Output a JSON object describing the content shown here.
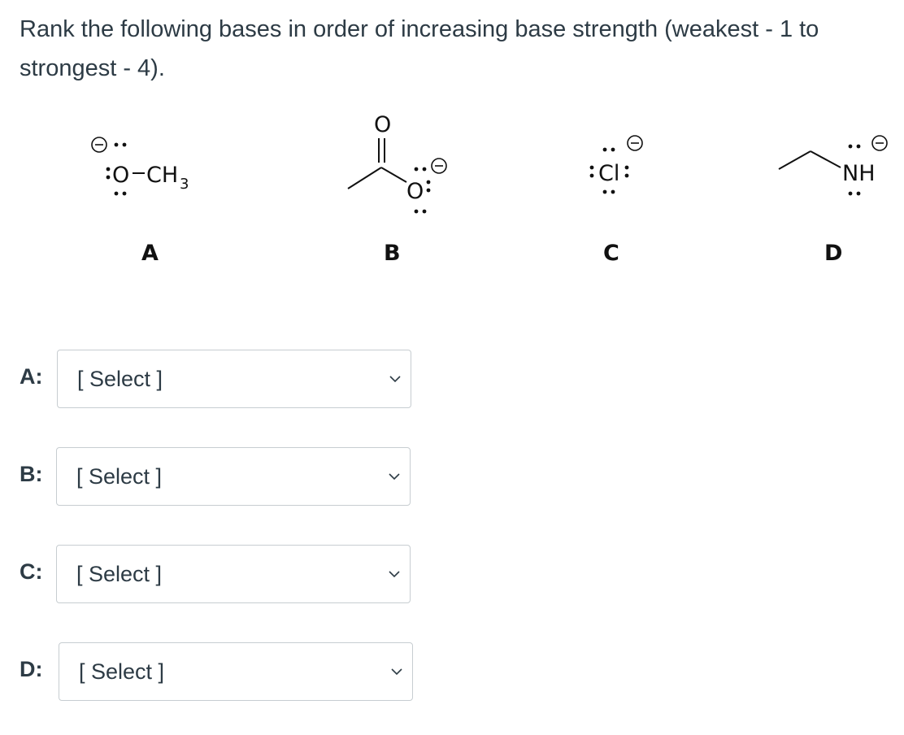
{
  "question": {
    "text": "Rank the following bases in order of increasing base strength (weakest - 1 to strongest - 4)."
  },
  "structures": [
    {
      "letter": "A"
    },
    {
      "letter": "B"
    },
    {
      "letter": "C"
    },
    {
      "letter": "D"
    }
  ],
  "rows": [
    {
      "label": "A:",
      "value": "[ Select ]"
    },
    {
      "label": "B:",
      "value": "[ Select ]"
    },
    {
      "label": "C:",
      "value": "[ Select ]"
    },
    {
      "label": "D:",
      "value": "[ Select ]"
    }
  ],
  "icons": {
    "dropdown": "chevron-down-icon"
  }
}
